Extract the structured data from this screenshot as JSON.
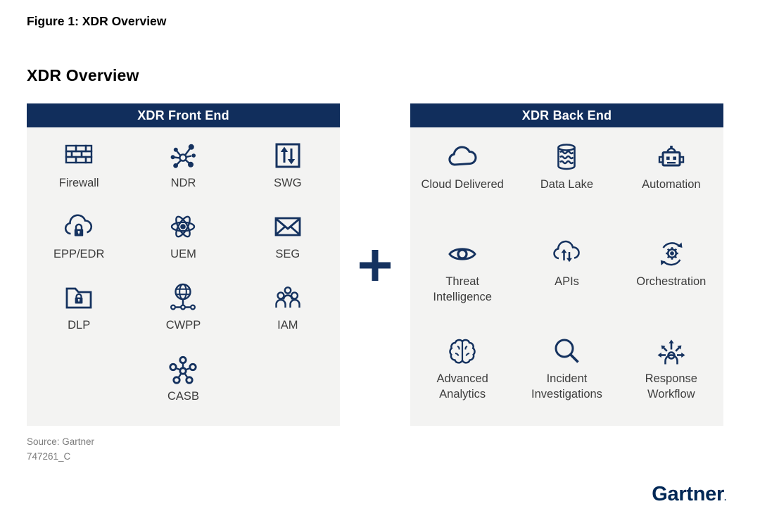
{
  "figure": {
    "caption": "Figure 1: XDR Overview",
    "title": "XDR Overview",
    "plus_sign": "+",
    "source": "Source: Gartner",
    "doc_id": "747261_C",
    "brand": "Gartner",
    "brand_mark": "."
  },
  "colors": {
    "header_navy": "#112e5c",
    "icon_navy": "#15325f",
    "panel_bg": "#f3f3f2",
    "label_gray": "#3d3d3d",
    "muted_gray": "#7b7b7b",
    "brand_navy": "#002856"
  },
  "front_end": {
    "header": "XDR Front End",
    "items": [
      {
        "label": "Firewall",
        "icon": "firewall-icon"
      },
      {
        "label": "NDR",
        "icon": "network-hub-icon"
      },
      {
        "label": "SWG",
        "icon": "arrows-box-icon"
      },
      {
        "label": "EPP/EDR",
        "icon": "cloud-lock-icon"
      },
      {
        "label": "UEM",
        "icon": "atom-icon"
      },
      {
        "label": "SEG",
        "icon": "envelope-icon"
      },
      {
        "label": "DLP",
        "icon": "folder-lock-icon"
      },
      {
        "label": "CWPP",
        "icon": "globe-network-icon"
      },
      {
        "label": "IAM",
        "icon": "people-group-icon"
      },
      {
        "label": "CASB",
        "icon": "molecule-icon"
      }
    ]
  },
  "back_end": {
    "header": "XDR Back End",
    "items": [
      {
        "label": "Cloud Delivered",
        "icon": "cloud-icon"
      },
      {
        "label": "Data Lake",
        "icon": "database-waves-icon"
      },
      {
        "label": "Automation",
        "icon": "robot-icon"
      },
      {
        "label": "Threat Intelligence",
        "icon": "eye-icon"
      },
      {
        "label": "APIs",
        "icon": "cloud-arrows-icon"
      },
      {
        "label": "Orchestration",
        "icon": "gear-sync-icon"
      },
      {
        "label": "Advanced Analytics",
        "icon": "brain-icon"
      },
      {
        "label": "Incident Investigations",
        "icon": "magnifier-icon"
      },
      {
        "label": "Response Workflow",
        "icon": "person-arrows-icon"
      }
    ]
  }
}
